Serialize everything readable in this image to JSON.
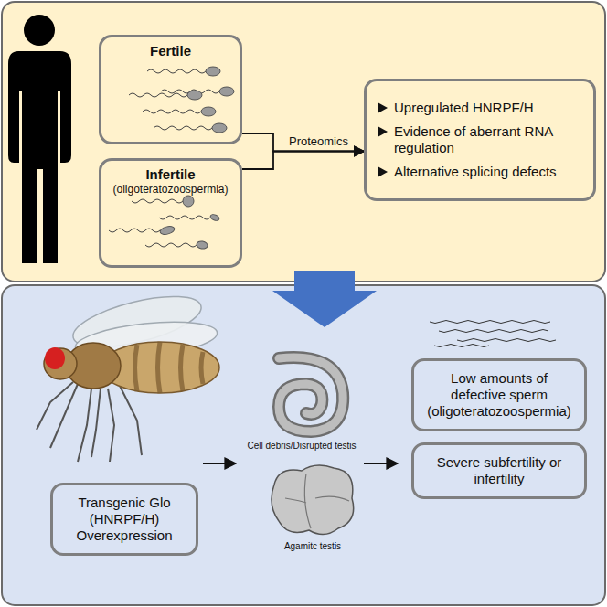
{
  "diagram": {
    "nodes": [
      {
        "text": [
          "Fertile"
        ]
      },
      {
        "text": [
          "Infertile",
          "(oligoteratozoospermia)"
        ]
      },
      {
        "text": [
          "Upregulated HNRPF/H",
          "Evidence of aberrant RNA regulation",
          "Alternative splicing defects"
        ]
      },
      {
        "text": [
          "Transgenic Glo (HNRPF/H) Overexpression"
        ]
      },
      {
        "text": [
          "Low amounts of defective sperm (oligoteratozoospermia)"
        ]
      },
      {
        "text": [
          "Severe subfertility or infertility"
        ]
      }
    ],
    "edges": [
      {
        "from": 0,
        "to": 2,
        "label": "Proteomics",
        "arrow": "to"
      },
      {
        "from": 1,
        "to": 2,
        "arrow": "to"
      }
    ],
    "labels": [
      "Cell debris/Disrupted testis",
      "Agamitc testis"
    ]
  }
}
